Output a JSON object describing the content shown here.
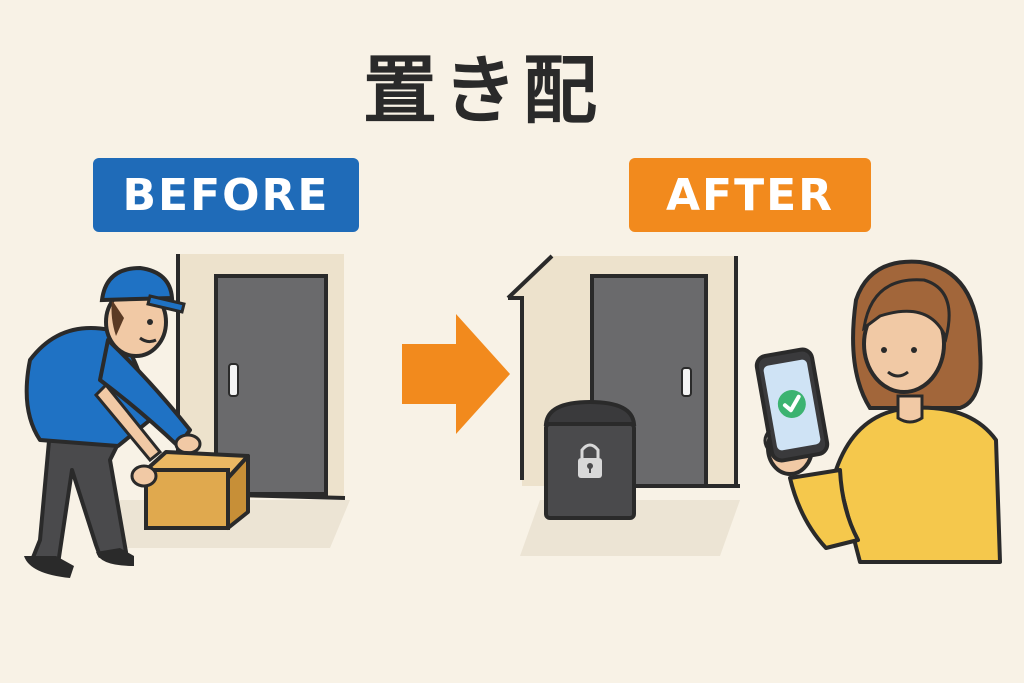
{
  "title": "置き配",
  "badges": {
    "before": "BEFORE",
    "after": "AFTER"
  },
  "colors": {
    "background": "#f8f2e6",
    "before_badge": "#1f6bb8",
    "after_badge": "#f28a1d",
    "arrow": "#f28a1d",
    "uniform": "#1f72c4",
    "door": "#6a6a6c",
    "box": "#e0a94e",
    "delivery_box": "#4a4a4c",
    "sweater": "#f5c84c",
    "check": "#3cb371"
  },
  "icons": [
    "delivery-worker",
    "cardboard-box",
    "door",
    "right-arrow",
    "locked-delivery-box",
    "padlock-icon",
    "smartphone",
    "check-icon",
    "woman"
  ]
}
